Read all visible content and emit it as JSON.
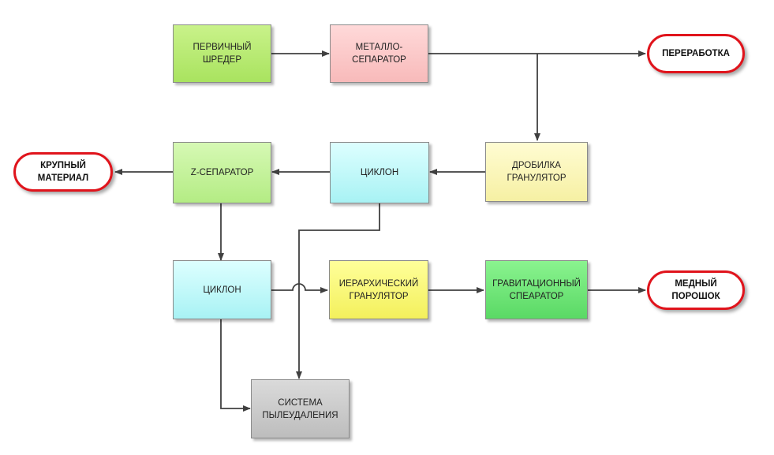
{
  "nodes": {
    "primary_shredder": {
      "label": "ПЕРВИЧНЫЙ\nШРЕДЕР",
      "color": "#b6ea76"
    },
    "metal_separator": {
      "label": "МЕТАЛЛО-\nСЕПАРАТОР",
      "color": "#fbc8c8"
    },
    "processing": {
      "label": "ПЕРЕРАБОТКА"
    },
    "crusher_granulator": {
      "label": "ДРОБИЛКА\nГРАНУЛЯТОР",
      "color": "#fbf6bb"
    },
    "cyclone_top": {
      "label": "ЦИКЛОН",
      "color": "#c2f8fa"
    },
    "z_separator": {
      "label": "Z-СЕПАРАТОР",
      "color": "#c6f49e"
    },
    "coarse_material": {
      "label": "КРУПНЫЙ\nМАТЕРИАЛ"
    },
    "cyclone_bottom": {
      "label": "ЦИКЛОН",
      "color": "#c2f8fa"
    },
    "hierarchical_granulator": {
      "label": "ИЕРАРХИЧЕСКИЙ\nГРАНУЛЯТОР",
      "color": "#fafa7a"
    },
    "gravity_separator": {
      "label": "ГРАВИТАЦИОННЫЙ\nСПЕАРАТОР",
      "color": "#72e67a"
    },
    "copper_powder": {
      "label": "МЕДНЫЙ\nПОРОШОК"
    },
    "dust_removal": {
      "label": "СИСТЕМА\nПЫЛЕУДАЛЕНИЯ",
      "color": "#cccccc"
    }
  },
  "terminal_border_color": "#e0141c",
  "connector_color": "#404040"
}
